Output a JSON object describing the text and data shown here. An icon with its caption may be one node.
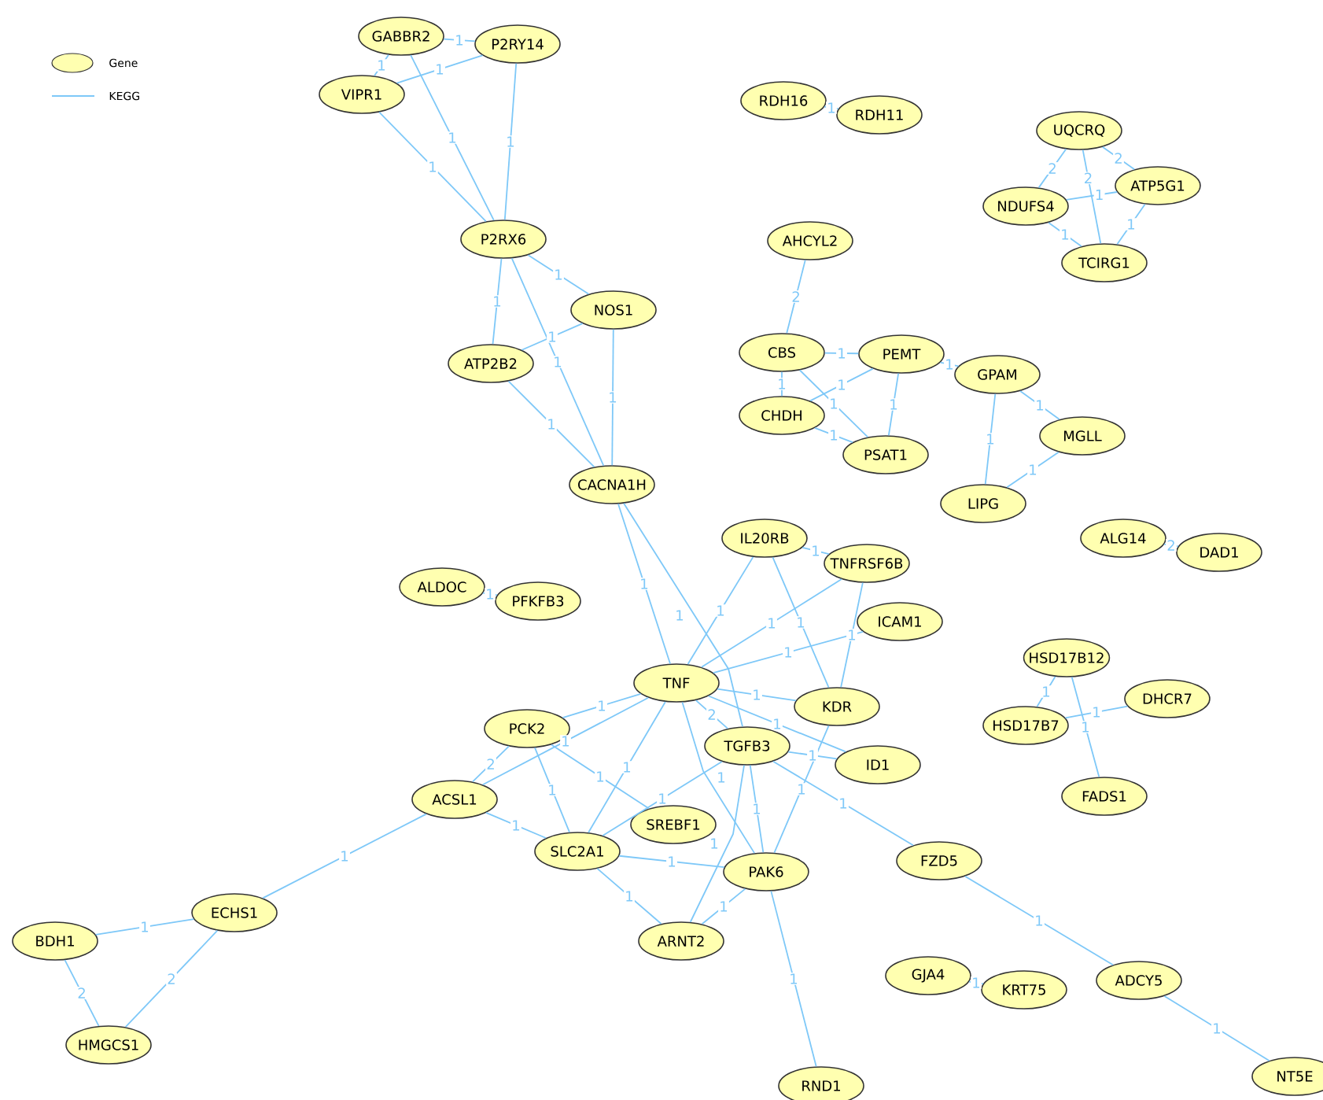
{
  "diagram": {
    "nodes": [
      {
        "text": [
          "GABBR2"
        ]
      },
      {
        "text": [
          "P2RY14"
        ]
      },
      {
        "text": [
          "VIPR1"
        ]
      },
      {
        "text": [
          "RDH16"
        ]
      },
      {
        "text": [
          "RDH11"
        ]
      },
      {
        "text": [
          "UQCRQ"
        ]
      },
      {
        "text": [
          "ATP5G1"
        ]
      },
      {
        "text": [
          "NDUFS4"
        ]
      },
      {
        "text": [
          "TCIRG1"
        ]
      },
      {
        "text": [
          "P2RX6"
        ]
      },
      {
        "text": [
          "AHCYL2"
        ]
      },
      {
        "text": [
          "NOS1"
        ]
      },
      {
        "text": [
          "CBS"
        ]
      },
      {
        "text": [
          "PEMT"
        ]
      },
      {
        "text": [
          "ATP2B2"
        ]
      },
      {
        "text": [
          "GPAM"
        ]
      },
      {
        "text": [
          "CHDH"
        ]
      },
      {
        "text": [
          "MGLL"
        ]
      },
      {
        "text": [
          "PSAT1"
        ]
      },
      {
        "text": [
          "CACNA1H"
        ]
      },
      {
        "text": [
          "LIPG"
        ]
      },
      {
        "text": [
          "IL20RB"
        ]
      },
      {
        "text": [
          "ALG14"
        ]
      },
      {
        "text": [
          "DAD1"
        ]
      },
      {
        "text": [
          "TNFRSF6B"
        ]
      },
      {
        "text": [
          "ALDOC"
        ]
      },
      {
        "text": [
          "PFKFB3"
        ]
      },
      {
        "text": [
          "ICAM1"
        ]
      },
      {
        "text": [
          "HSD17B12"
        ]
      },
      {
        "text": [
          "TNF"
        ]
      },
      {
        "text": [
          "DHCR7"
        ]
      },
      {
        "text": [
          "KDR"
        ]
      },
      {
        "text": [
          "PCK2"
        ]
      },
      {
        "text": [
          "HSD17B7"
        ]
      },
      {
        "text": [
          "TGFB3"
        ]
      },
      {
        "text": [
          "ID1"
        ]
      },
      {
        "text": [
          "FADS1"
        ]
      },
      {
        "text": [
          "ACSL1"
        ]
      },
      {
        "text": [
          "SREBF1"
        ]
      },
      {
        "text": [
          "SLC2A1"
        ]
      },
      {
        "text": [
          "FZD5"
        ]
      },
      {
        "text": [
          "PAK6"
        ]
      },
      {
        "text": [
          "ECHS1"
        ]
      },
      {
        "text": [
          "BDH1"
        ]
      },
      {
        "text": [
          "ARNT2"
        ]
      },
      {
        "text": [
          "GJA4"
        ]
      },
      {
        "text": [
          "ADCY5"
        ]
      },
      {
        "text": [
          "KRT75"
        ]
      },
      {
        "text": [
          "HMGCS1"
        ]
      },
      {
        "text": [
          "NT5E"
        ]
      },
      {
        "text": [
          "RND1"
        ]
      }
    ],
    "edges": [
      {
        "from": 0,
        "to": 1,
        "arrow": "none",
        "label": "1"
      },
      {
        "from": 0,
        "to": 2,
        "arrow": "none",
        "label": "1"
      },
      {
        "from": 2,
        "to": 1,
        "arrow": "none",
        "label": "1"
      },
      {
        "from": 0,
        "to": 9,
        "arrow": "none",
        "label": "1"
      },
      {
        "from": 1,
        "to": 9,
        "arrow": "none",
        "label": "1"
      },
      {
        "from": 2,
        "to": 9,
        "arrow": "none",
        "label": "1"
      },
      {
        "from": 3,
        "to": 4,
        "arrow": "none",
        "label": "1"
      },
      {
        "from": 5,
        "to": 7,
        "arrow": "none",
        "label": "2"
      },
      {
        "from": 5,
        "to": 6,
        "arrow": "none",
        "label": "2"
      },
      {
        "from": 5,
        "to": 8,
        "arrow": "none",
        "label": "2"
      },
      {
        "from": 7,
        "to": 6,
        "arrow": "none",
        "label": "1"
      },
      {
        "from": 7,
        "to": 8,
        "arrow": "none",
        "label": "1"
      },
      {
        "from": 6,
        "to": 8,
        "arrow": "none",
        "label": "1"
      },
      {
        "from": 9,
        "to": 11,
        "arrow": "none",
        "label": "1"
      },
      {
        "from": 9,
        "to": 14,
        "arrow": "none",
        "label": "1"
      },
      {
        "from": 9,
        "to": 19,
        "arrow": "none",
        "label": "1"
      },
      {
        "from": 11,
        "to": 14,
        "arrow": "none",
        "label": "1"
      },
      {
        "from": 11,
        "to": 19,
        "arrow": "none",
        "label": "1"
      },
      {
        "from": 14,
        "to": 19,
        "arrow": "none",
        "label": "1"
      },
      {
        "from": 10,
        "to": 12,
        "arrow": "none",
        "label": "2"
      },
      {
        "from": 12,
        "to": 13,
        "arrow": "none",
        "label": "1"
      },
      {
        "from": 12,
        "to": 16,
        "arrow": "none",
        "label": "1"
      },
      {
        "from": 12,
        "to": 18,
        "arrow": "none",
        "label": "1"
      },
      {
        "from": 13,
        "to": 16,
        "arrow": "none",
        "label": "1"
      },
      {
        "from": 13,
        "to": 18,
        "arrow": "none",
        "label": "1"
      },
      {
        "from": 16,
        "to": 18,
        "arrow": "none",
        "label": "1"
      },
      {
        "from": 13,
        "to": 15,
        "arrow": "none",
        "label": "1"
      },
      {
        "from": 15,
        "to": 17,
        "arrow": "none",
        "label": "1"
      },
      {
        "from": 15,
        "to": 20,
        "arrow": "none",
        "label": "1"
      },
      {
        "from": 17,
        "to": 20,
        "arrow": "none",
        "label": "1"
      },
      {
        "from": 19,
        "to": 29,
        "arrow": "none",
        "label": "1"
      },
      {
        "from": 19,
        "to": 34,
        "arrow": "none",
        "label": "1"
      },
      {
        "from": 21,
        "to": 24,
        "arrow": "none",
        "label": "1"
      },
      {
        "from": 21,
        "to": 29,
        "arrow": "none",
        "label": "1"
      },
      {
        "from": 21,
        "to": 31,
        "arrow": "none",
        "label": "1"
      },
      {
        "from": 24,
        "to": 29,
        "arrow": "none",
        "label": "1"
      },
      {
        "from": 24,
        "to": 31,
        "arrow": "none",
        "label": "1"
      },
      {
        "from": 29,
        "to": 27,
        "arrow": "none",
        "label": "1"
      },
      {
        "from": 29,
        "to": 31,
        "arrow": "none",
        "label": "1"
      },
      {
        "from": 29,
        "to": 34,
        "arrow": "none",
        "label": "2"
      },
      {
        "from": 29,
        "to": 35,
        "arrow": "none",
        "label": "1"
      },
      {
        "from": 29,
        "to": 32,
        "arrow": "none",
        "label": "1"
      },
      {
        "from": 29,
        "to": 37,
        "arrow": "none",
        "label": "1"
      },
      {
        "from": 29,
        "to": 39,
        "arrow": "none",
        "label": "1"
      },
      {
        "from": 29,
        "to": 41,
        "arrow": "none",
        "label": "1"
      },
      {
        "from": 34,
        "to": 35,
        "arrow": "none",
        "label": "1"
      },
      {
        "from": 34,
        "to": 40,
        "arrow": "none",
        "label": "1"
      },
      {
        "from": 34,
        "to": 39,
        "arrow": "none",
        "label": "1"
      },
      {
        "from": 34,
        "to": 44,
        "arrow": "none",
        "label": "1"
      },
      {
        "from": 34,
        "to": 41,
        "arrow": "none",
        "label": "1"
      },
      {
        "from": 31,
        "to": 41,
        "arrow": "none",
        "label": "1"
      },
      {
        "from": 32,
        "to": 37,
        "arrow": "none",
        "label": "2"
      },
      {
        "from": 32,
        "to": 39,
        "arrow": "none",
        "label": "1"
      },
      {
        "from": 32,
        "to": 38,
        "arrow": "none",
        "label": "1"
      },
      {
        "from": 37,
        "to": 39,
        "arrow": "none",
        "label": "1"
      },
      {
        "from": 37,
        "to": 42,
        "arrow": "none",
        "label": "1"
      },
      {
        "from": 39,
        "to": 41,
        "arrow": "none",
        "label": "1"
      },
      {
        "from": 39,
        "to": 44,
        "arrow": "none",
        "label": "1"
      },
      {
        "from": 41,
        "to": 44,
        "arrow": "none",
        "label": "1"
      },
      {
        "from": 41,
        "to": 50,
        "arrow": "none",
        "label": "1"
      },
      {
        "from": 40,
        "to": 46,
        "arrow": "none",
        "label": "1"
      },
      {
        "from": 46,
        "to": 49,
        "arrow": "none",
        "label": "1"
      },
      {
        "from": 43,
        "to": 42,
        "arrow": "none",
        "label": "1"
      },
      {
        "from": 42,
        "to": 48,
        "arrow": "none",
        "label": "2"
      },
      {
        "from": 43,
        "to": 48,
        "arrow": "none",
        "label": "2"
      },
      {
        "from": 25,
        "to": 26,
        "arrow": "none",
        "label": "1"
      },
      {
        "from": 45,
        "to": 47,
        "arrow": "none",
        "label": "1"
      },
      {
        "from": 22,
        "to": 23,
        "arrow": "none",
        "label": "2"
      },
      {
        "from": 28,
        "to": 33,
        "arrow": "none",
        "label": "1"
      },
      {
        "from": 28,
        "to": 36,
        "arrow": "none",
        "label": "1"
      },
      {
        "from": 33,
        "to": 30,
        "arrow": "none",
        "label": "1"
      }
    ],
    "legend": [
      {
        "text": "Gene"
      },
      {
        "text": "KEGG"
      }
    ]
  }
}
